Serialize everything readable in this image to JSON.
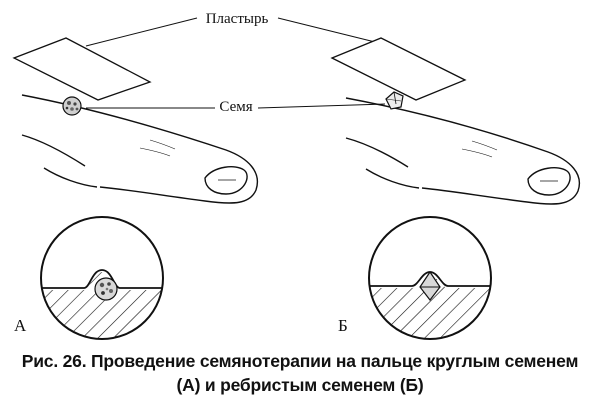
{
  "labels": {
    "plaster": "Пластырь",
    "seed": "Семя"
  },
  "panels": {
    "left_letter": "А",
    "right_letter": "Б"
  },
  "caption": {
    "line1": "Рис. 26. Проведение семянотерапии на пальце круглым семенем",
    "line2": "(А) и ребристым семенем (Б)"
  },
  "colors": {
    "ink": "#111111",
    "background": "#ffffff",
    "seed_fill": "#d9d9d9"
  },
  "icons": {
    "round_seed": "round-seed-icon",
    "ribbed_seed": "ribbed-seed-icon",
    "plaster": "plaster-patch-icon"
  }
}
